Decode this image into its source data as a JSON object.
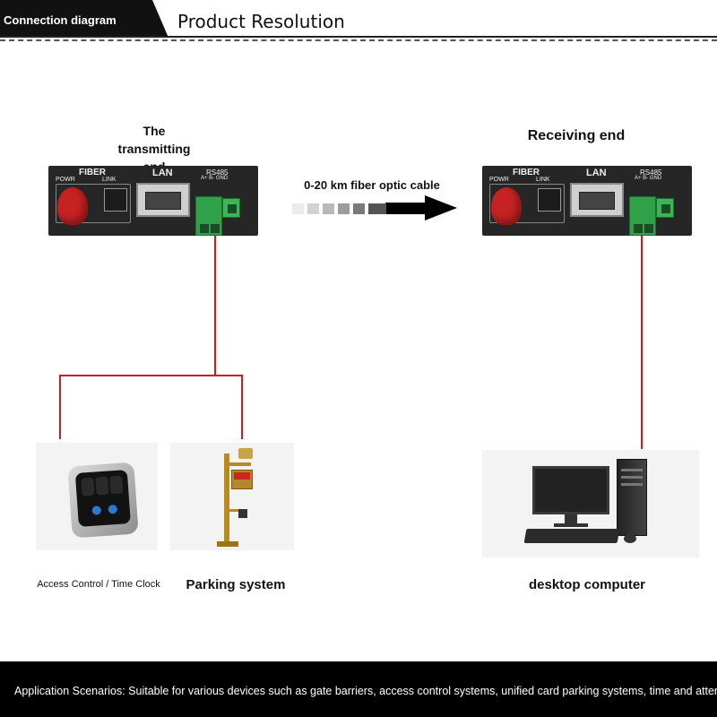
{
  "header": {
    "tab_label": "Connection diagram",
    "title": "Product Resolution"
  },
  "transmitter": {
    "label": "The transmitting end",
    "panel": {
      "fiber": "FIBER",
      "power": "POWR",
      "link": "LINK",
      "lan": "LAN",
      "rs485": "RS485",
      "pins": "A+  B-  GND"
    }
  },
  "receiver": {
    "label": "Receiving end",
    "panel": {
      "fiber": "FIBER",
      "power": "POWR",
      "link": "LINK",
      "lan": "LAN",
      "rs485": "RS485",
      "pins": "A+  B-  GND"
    }
  },
  "cable": {
    "label": "0-20 km fiber optic cable",
    "gradient_colors": [
      "#ebebeb",
      "#d2d2d2",
      "#b9b9b9",
      "#9c9c9c",
      "#7a7a7a",
      "#555555"
    ]
  },
  "devices": {
    "access_control": "Access Control / Time Clock",
    "parking": "Parking system",
    "desktop": "desktop computer"
  },
  "footer": {
    "text": "Application Scenarios: Suitable for various devices such as gate barriers, access control systems, unified card parking systems, time and attendance machines,"
  },
  "colors": {
    "connection_line": "#c82020",
    "panel": "#262626",
    "fiber_port": "#c62222",
    "terminal": "#2fa148"
  }
}
